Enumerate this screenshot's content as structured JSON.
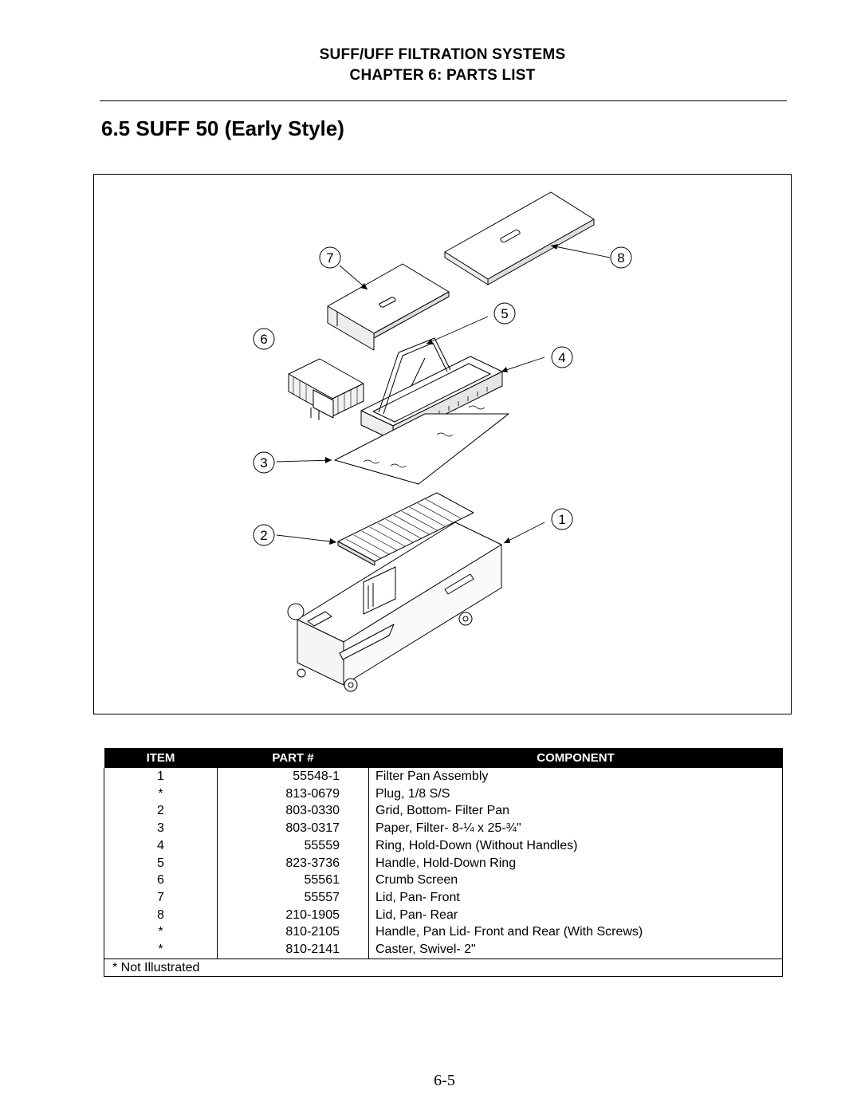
{
  "header": {
    "line1": "SUFF/UFF FILTRATION SYSTEMS",
    "line2": "CHAPTER 6:  PARTS LIST"
  },
  "section_title": "6.5  SUFF 50 (Early Style)",
  "figure": {
    "callouts": [
      "1",
      "2",
      "3",
      "4",
      "5",
      "6",
      "7",
      "8"
    ]
  },
  "table": {
    "headers": {
      "item": "ITEM",
      "part": "PART #",
      "component": "COMPONENT"
    },
    "rows": [
      {
        "item": "1",
        "part": "55548-1",
        "component": "Filter Pan Assembly"
      },
      {
        "item": "*",
        "part": "813-0679",
        "component": "Plug, 1/8 S/S"
      },
      {
        "item": "2",
        "part": "803-0330",
        "component": "Grid, Bottom- Filter Pan"
      },
      {
        "item": "3",
        "part": "803-0317",
        "component": "Paper, Filter- 8-¼ x 25-¾\""
      },
      {
        "item": "4",
        "part": "55559",
        "component": "Ring, Hold-Down (Without Handles)"
      },
      {
        "item": "5",
        "part": "823-3736",
        "component": "Handle, Hold-Down Ring"
      },
      {
        "item": "6",
        "part": "55561",
        "component": "Crumb Screen"
      },
      {
        "item": "7",
        "part": "55557",
        "component": "Lid, Pan- Front"
      },
      {
        "item": "8",
        "part": "210-1905",
        "component": "Lid, Pan- Rear"
      },
      {
        "item": "*",
        "part": "810-2105",
        "component": "Handle, Pan Lid- Front and Rear (With Screws)"
      },
      {
        "item": "*",
        "part": "810-2141",
        "component": "Caster, Swivel- 2\""
      }
    ],
    "footnote": "* Not Illustrated"
  },
  "page_number": "6-5"
}
